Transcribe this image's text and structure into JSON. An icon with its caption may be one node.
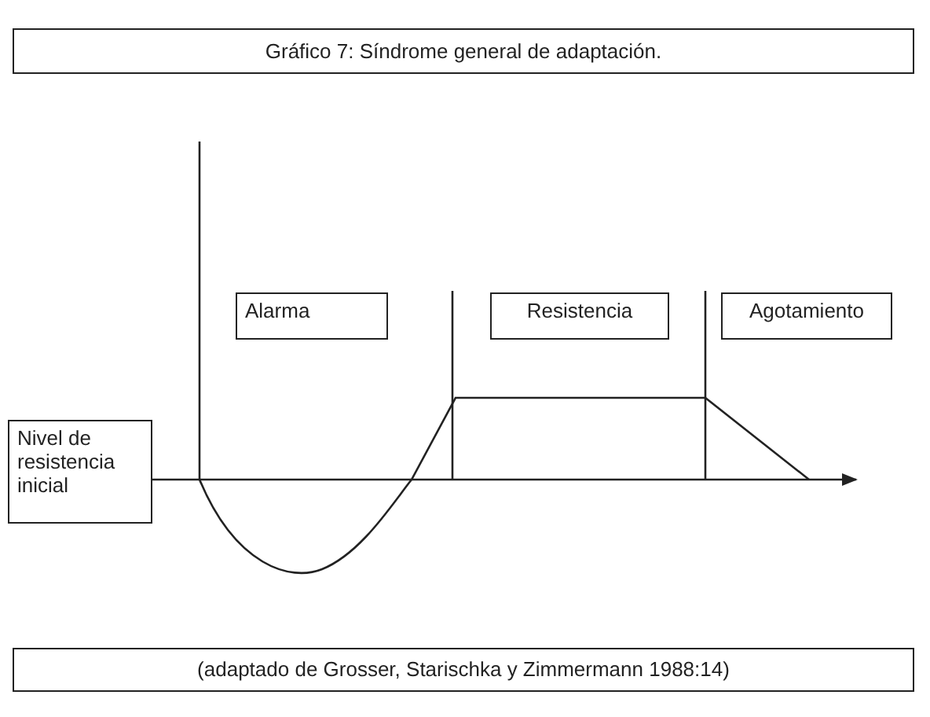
{
  "diagram": {
    "title": "Gráfico 7: Síndrome general de adaptación.",
    "caption": "(adaptado de Grosser, Starischka y Zimmermann 1988:14)",
    "nodes": [
      {
        "text": [
          "Alarma"
        ]
      },
      {
        "text": [
          "Resistencia"
        ]
      },
      {
        "text": [
          "Agotamiento"
        ]
      },
      {
        "text": [
          "Nivel de resistencia inicial"
        ]
      }
    ]
  }
}
